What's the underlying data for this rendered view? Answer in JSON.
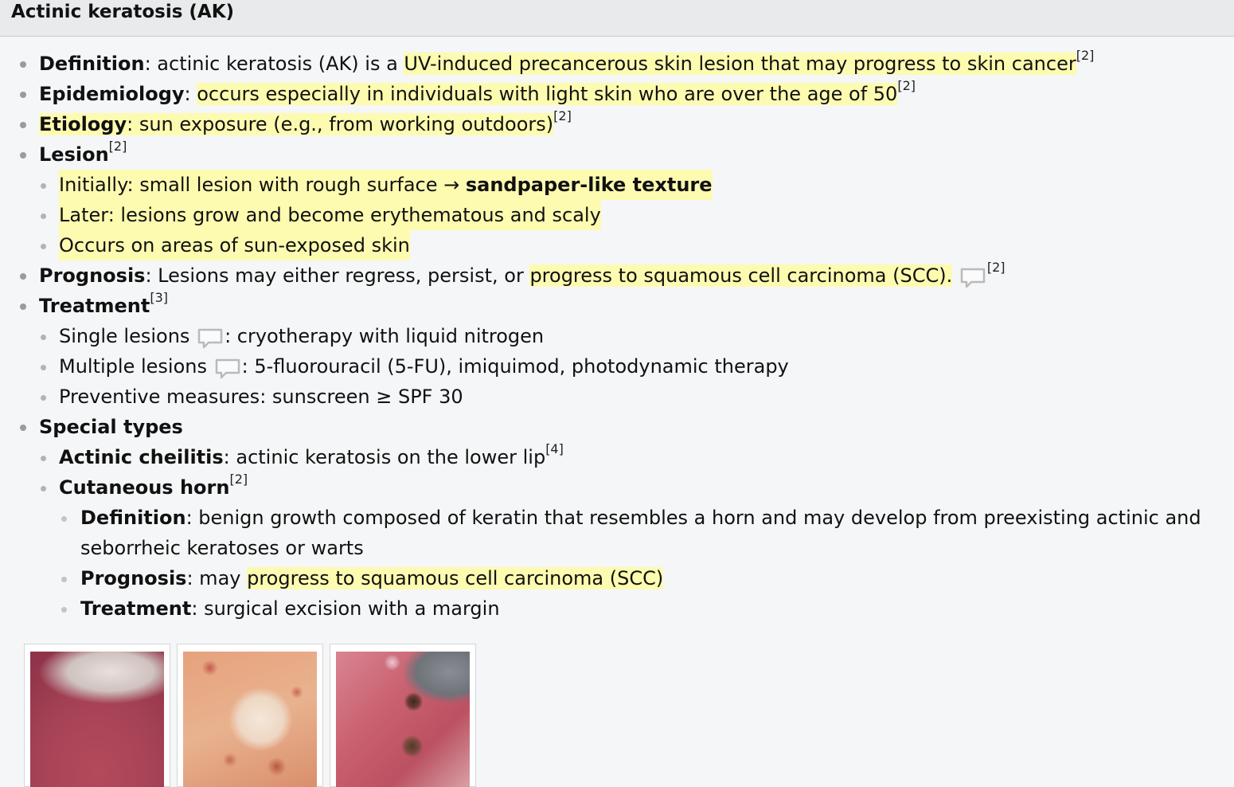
{
  "header": {
    "title": "Actinic keratosis (AK)"
  },
  "items": {
    "definition": {
      "label": "Definition",
      "pre": ": actinic keratosis (AK) is a ",
      "highlight": "UV-induced precancerous skin lesion that may progress to skin cancer",
      "ref": "[2]"
    },
    "epidemiology": {
      "label": "Epidemiology",
      "pre": ": ",
      "highlight": "occurs especially in individuals with light skin who are over the age of 50",
      "ref": "[2]"
    },
    "etiology": {
      "label": "Etiology",
      "highlight": ": sun exposure (e.g., from working outdoors)",
      "ref": "[2]"
    },
    "lesion": {
      "label": "Lesion",
      "ref": "[2]",
      "initially_text": "Initially: small lesion with rough surface → ",
      "initially_bold": "sandpaper-like texture",
      "later": "Later: lesions grow and become erythematous and scaly",
      "occurs": "Occurs on areas of sun-exposed skin"
    },
    "prognosis": {
      "label": "Prognosis",
      "pre": ": Lesions may either regress, persist, or ",
      "highlight": "progress to squamous cell carcinoma (SCC).",
      "ref": "[2]"
    },
    "treatment": {
      "label": "Treatment",
      "ref": "[3]",
      "single_label": "Single lesions",
      "single_text": ": cryotherapy with liquid nitrogen",
      "multiple_label": "Multiple lesions",
      "multiple_text": ": 5-fluorouracil (5-FU), imiquimod, photodynamic therapy",
      "preventive": "Preventive measures: sunscreen ≥ SPF 30"
    },
    "special": {
      "label": "Special types",
      "cheilitis_label": "Actinic cheilitis",
      "cheilitis_text": ": actinic keratosis on the lower lip",
      "cheilitis_ref": "[4]",
      "horn_label": "Cutaneous horn",
      "horn_ref": "[2]",
      "horn_def_label": "Definition",
      "horn_def_text": ": benign growth composed of keratin that resembles a horn and may develop from preexisting actinic and seborrheic keratoses or warts",
      "horn_prog_label": "Prognosis",
      "horn_prog_pre": ": may ",
      "horn_prog_highlight": "progress to squamous cell carcinoma (SCC)",
      "horn_treat_label": "Treatment",
      "horn_treat_text": ": surgical excision with a margin"
    }
  },
  "icons": {
    "note": "speech-bubble-icon"
  },
  "colors": {
    "highlight": "#fdfbb0",
    "header_bg": "#e9eaeb",
    "page_bg": "#f5f6f7"
  }
}
